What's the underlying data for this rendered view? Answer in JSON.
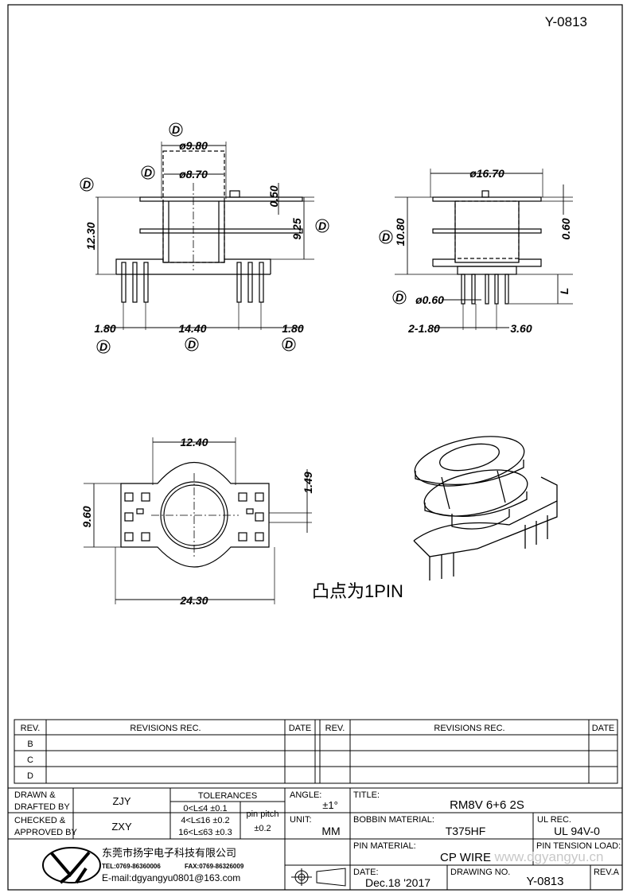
{
  "header": {
    "drawing_no": "Y-0813"
  },
  "side_view": {
    "d_outer": "ø9.80",
    "d_inner": "ø8.70",
    "height_total": "12.30",
    "flange_thk": "0.50",
    "height_body": "9.25",
    "pitch_left": "1.80",
    "pitch_mid": "14.40",
    "pitch_right": "1.80",
    "mark": "D"
  },
  "front_view": {
    "flange_dia": "ø16.70",
    "height": "10.80",
    "flange_thk": "0.60",
    "pin_dia": "ø0.60",
    "pin_len": "L",
    "pin_pitch": "2-1.80",
    "base_depth": "3.60"
  },
  "top_view": {
    "width_top": "12.40",
    "height": "9.60",
    "offset": "1.49",
    "width_total": "24.30"
  },
  "note": "凸点为1PIN",
  "revisions": {
    "col_rev": "REV.",
    "col_revisions": "REVISIONS   REC.",
    "col_date": "DATE",
    "rows": [
      "B",
      "C",
      "D"
    ]
  },
  "title_block": {
    "drawn_by_label": "DRAWN &\nDRAFTED BY",
    "drawn_by": "ZJY",
    "checked_by_label": "CHECKED &\nAPPROVED BY",
    "checked_by": "ZXY",
    "tolerances_label": "TOLERANCES",
    "tol_rows": [
      "0<L≤4    ±0.1",
      "4<L≤16  ±0.2",
      "16<L≤63  ±0.3"
    ],
    "pin_pitch_label": "pin pitch",
    "pin_pitch_tol": "±0.2",
    "angle_label": "ANGLE:",
    "angle_value": "±1°",
    "unit_label": "UNIT:",
    "unit_value": "MM",
    "title_label": "TITLE:",
    "title_value": "RM8V  6+6  2S",
    "bobbin_label": "BOBBIN MATERIAL:",
    "bobbin_value": "T375HF",
    "ul_label": "UL REC.",
    "ul_value": "UL  94V-0",
    "pin_mat_label": "PIN MATERIAL:",
    "pin_mat_value": "CP WIRE",
    "pin_tension_label": "PIN TENSION LOAD:",
    "watermark": "www.dgyangyu.cn",
    "date_label": "DATE:",
    "date_value": "Dec.18 '2017",
    "drawing_no_label": "DRAWING NO.",
    "drawing_no": "Y-0813",
    "rev_label": "REV.A",
    "company": "东莞市扬宇电子科技有限公司",
    "tel": "TEL:0769-86360006",
    "fax": "FAX:0769-86326009",
    "email": "E-mail:dgyangyu0801@163.com"
  }
}
